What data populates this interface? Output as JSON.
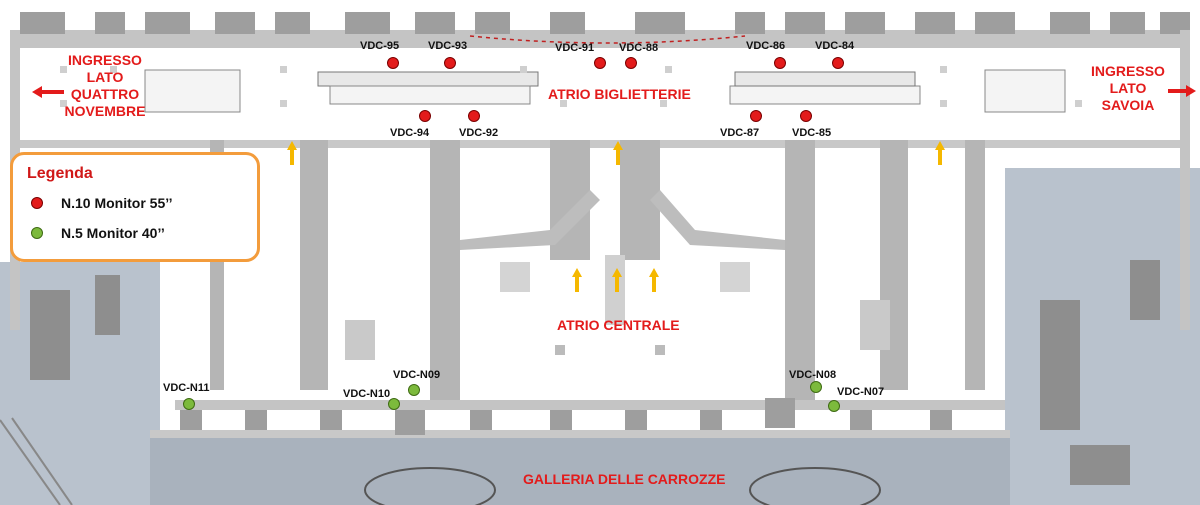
{
  "entrances": {
    "left": [
      "INGRESSO",
      "LATO",
      "QUATTRO",
      "NOVEMBRE"
    ],
    "right": [
      "INGRESSO",
      "LATO",
      "SAVOIA"
    ]
  },
  "areas": {
    "atrio_biglietterie": "ATRIO BIGLIETTERIE",
    "atrio_centrale": "ATRIO CENTRALE",
    "galleria": "GALLERIA DELLE CARROZZE"
  },
  "legend": {
    "title": "Legenda",
    "items": [
      {
        "label": "N.10 Monitor 55’’",
        "color": "#e31b1b"
      },
      {
        "label": "N.5 Monitor 40’’",
        "color": "#7cba3c"
      }
    ]
  },
  "monitors": {
    "red": [
      "VDC-95",
      "VDC-93",
      "VDC-91",
      "VDC-88",
      "VDC-86",
      "VDC-84",
      "VDC-94",
      "VDC-92",
      "VDC-87",
      "VDC-85"
    ],
    "green": [
      "VDC-N11",
      "VDC-N10",
      "VDC-N09",
      "VDC-N08",
      "VDC-N07"
    ]
  },
  "colors": {
    "marker_red": "#e31b1b",
    "marker_green": "#7cba3c",
    "arrow_yellow": "#f5b800",
    "legend_border": "#f39c3c",
    "wall_gray": "#b8b8b8",
    "shaded_zone": "#b9c2cd"
  }
}
